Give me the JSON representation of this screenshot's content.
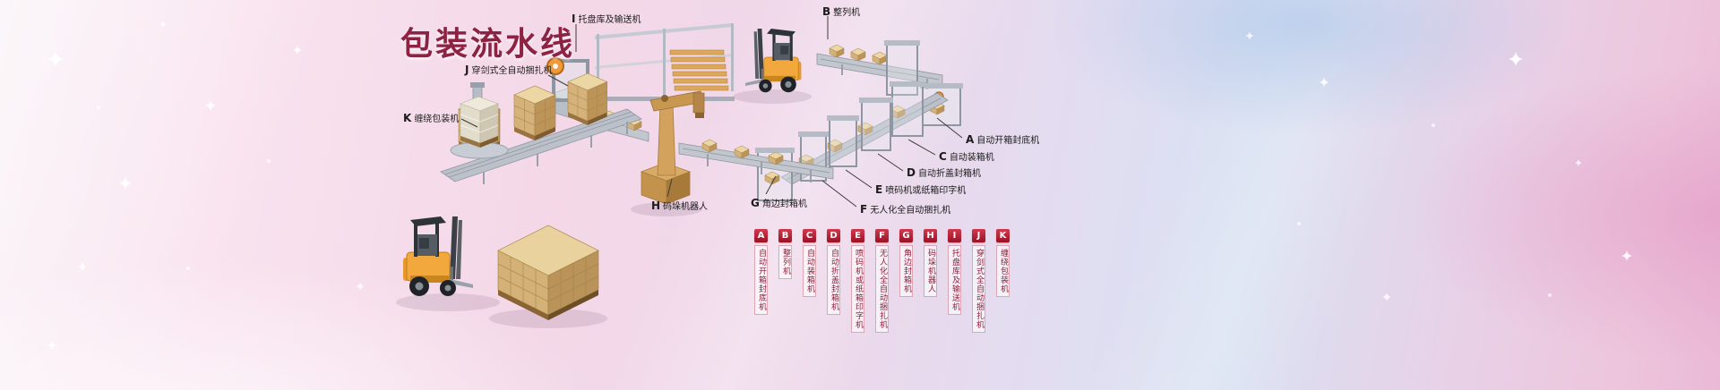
{
  "title": "包装流水线",
  "machines": [
    {
      "letter": "A",
      "label": "自动开箱封底机"
    },
    {
      "letter": "B",
      "label": "整列机"
    },
    {
      "letter": "C",
      "label": "自动装箱机"
    },
    {
      "letter": "D",
      "label": "自动折盖封箱机"
    },
    {
      "letter": "E",
      "label": "喷码机或纸箱印字机"
    },
    {
      "letter": "F",
      "label": "无人化全自动捆扎机"
    },
    {
      "letter": "G",
      "label": "角边封箱机"
    },
    {
      "letter": "H",
      "label": "码垛机器人"
    },
    {
      "letter": "I",
      "label": "托盘库及输送机"
    },
    {
      "letter": "J",
      "label": "穿剑式全自动捆扎机"
    },
    {
      "letter": "K",
      "label": "缠绕包装机"
    }
  ],
  "colors": {
    "title": "#8d2242",
    "badge_bg": "#991226",
    "badge_text": "#ffffff",
    "legend_text": "#8e1f38",
    "callout_text": "#1b1b1b"
  }
}
